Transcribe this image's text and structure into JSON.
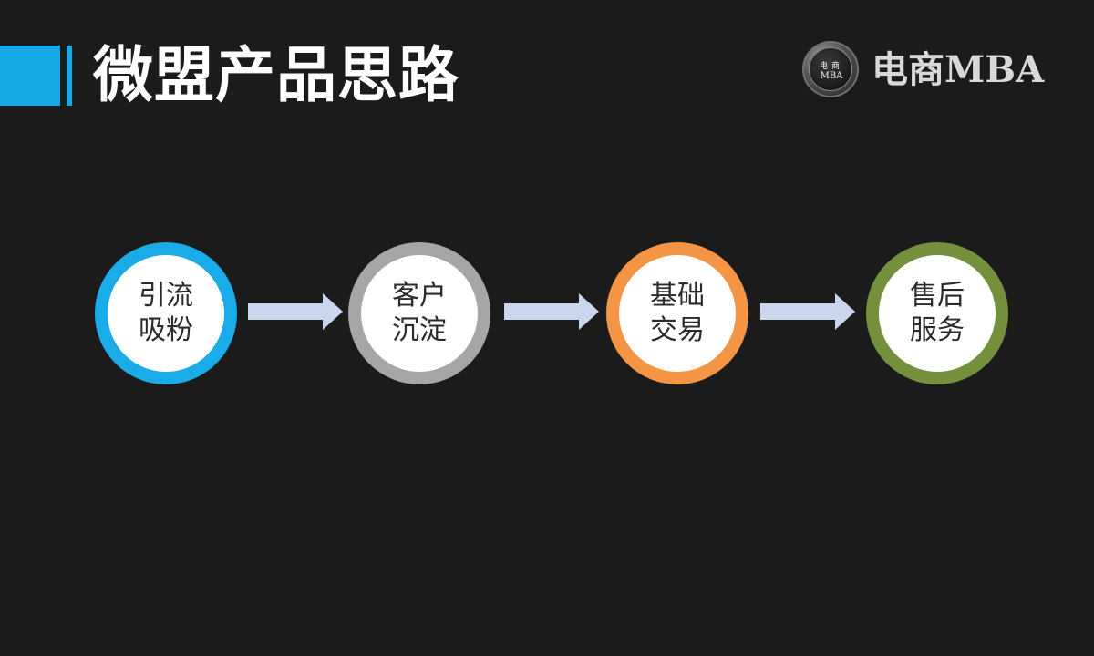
{
  "header": {
    "title": "微盟产品思路",
    "accent_color": "#17a9e6"
  },
  "logo": {
    "badge_cn": "电商",
    "badge_en": "MBA",
    "text": "电商MBA"
  },
  "flow": {
    "arrow_color": "#c9d6ee",
    "steps": [
      {
        "line1": "引流",
        "line2": "吸粉",
        "ring_color": "#19ace8"
      },
      {
        "line1": "客户",
        "line2": "沉淀",
        "ring_color": "#a6a6a6"
      },
      {
        "line1": "基础",
        "line2": "交易",
        "ring_color": "#f39545"
      },
      {
        "line1": "售后",
        "line2": "服务",
        "ring_color": "#74903c"
      }
    ]
  }
}
